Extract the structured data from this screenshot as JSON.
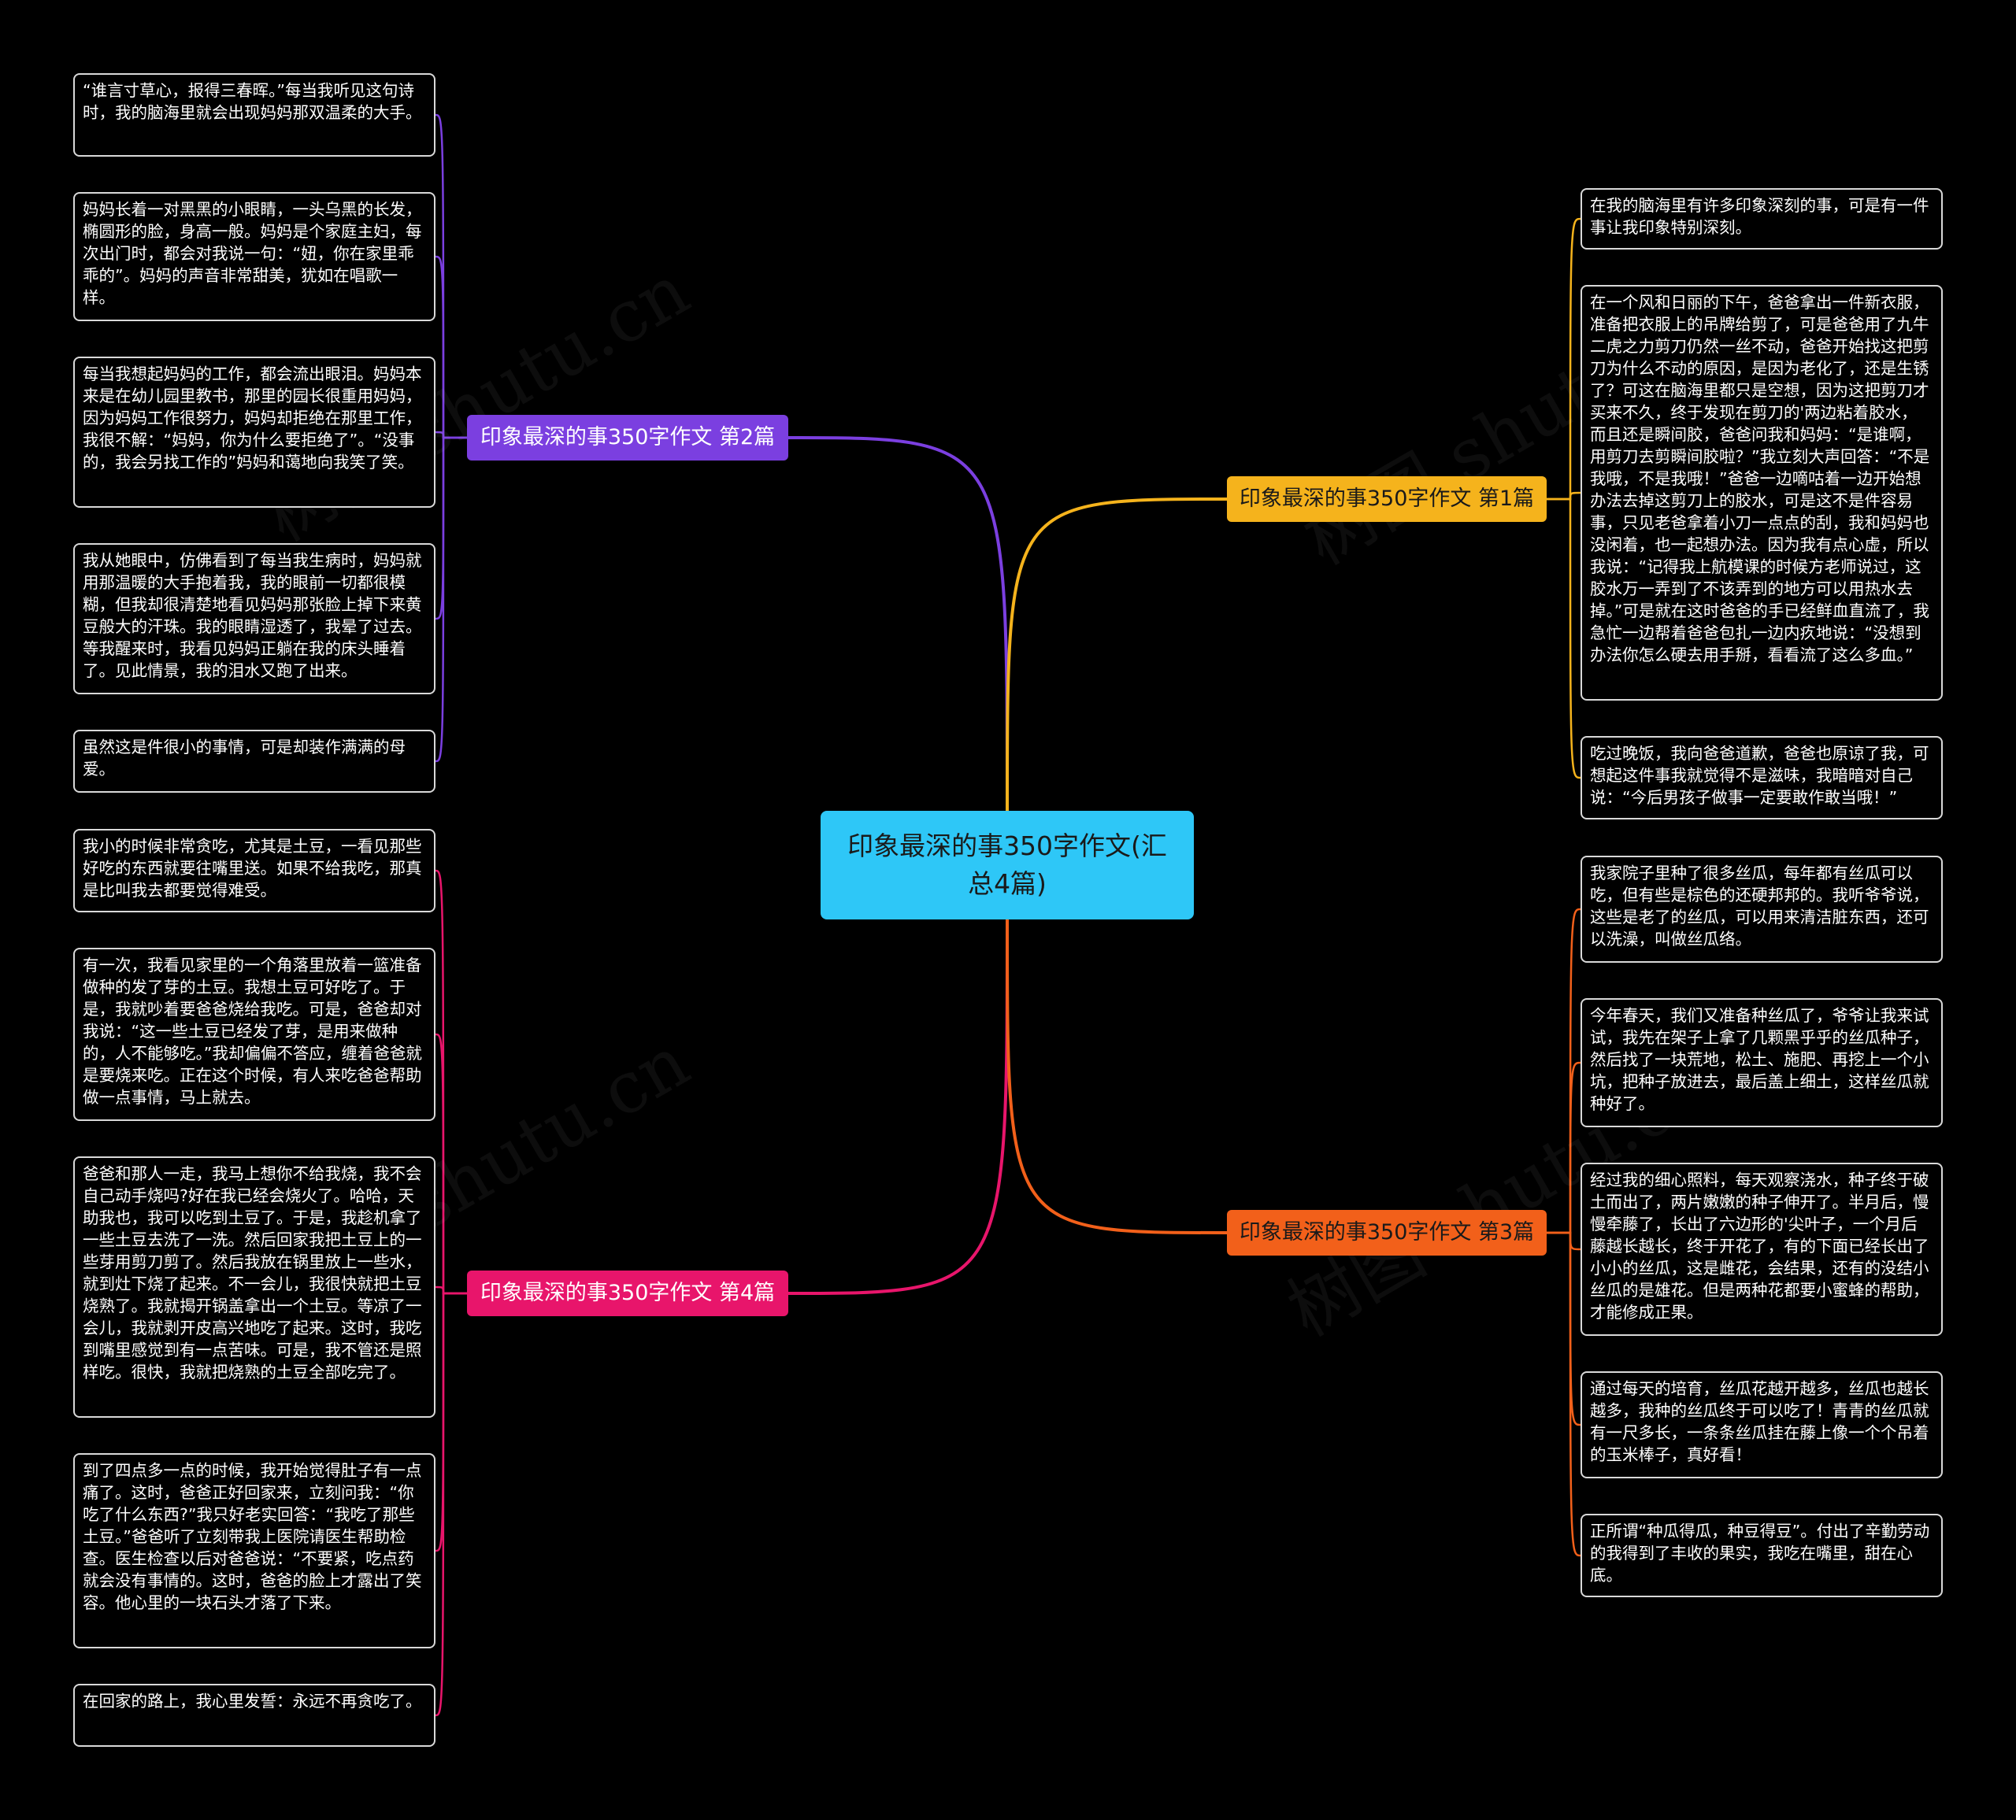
{
  "root": {
    "label": "印象最深的事350字作文(汇总4篇)"
  },
  "branches": [
    {
      "label": "印象最深的事350字作文 第2篇",
      "color": "#7b3fe0",
      "leaves": [
        "“谁言寸草心，报得三春晖。”每当我听见这句诗时，我的脑海里就会出现妈妈那双温柔的大手。",
        "妈妈长着一对黑黑的小眼睛，一头乌黑的长发，椭圆形的脸，身高一般。妈妈是个家庭主妇，每次出门时，都会对我说一句：“妞，你在家里乖乖的”。妈妈的声音非常甜美，犹如在唱歌一样。",
        "每当我想起妈妈的工作，都会流出眼泪。妈妈本来是在幼儿园里教书，那里的园长很重用妈妈，因为妈妈工作很努力，妈妈却拒绝在那里工作，我很不解：“妈妈，你为什么要拒绝了”。“没事的，我会另找工作的”妈妈和蔼地向我笑了笑。",
        "我从她眼中，仿佛看到了每当我生病时，妈妈就用那温暖的大手抱着我，我的眼前一切都很模糊，但我却很清楚地看见妈妈那张脸上掉下来黄豆般大的汗珠。我的眼睛湿透了，我晕了过去。等我醒来时，我看见妈妈正躺在我的床头睡着了。见此情景，我的泪水又跑了出来。",
        "虽然这是件很小的事情，可是却装作满满的母爱。"
      ]
    },
    {
      "label": "印象最深的事350字作文 第4篇",
      "color": "#e8156b",
      "leaves": [
        "我小的时候非常贪吃，尤其是土豆，一看见那些好吃的东西就要往嘴里送。如果不给我吃，那真是比叫我去都要觉得难受。",
        "有一次，我看见家里的一个角落里放着一篮准备做种的发了芽的土豆。我想土豆可好吃了。于是，我就吵着要爸爸烧给我吃。可是，爸爸却对我说：“这一些土豆已经发了芽，是用来做种的，人不能够吃。”我却偏偏不答应，缠着爸爸就是要烧来吃。正在这个时候，有人来吃爸爸帮助做一点事情，马上就去。",
        "爸爸和那人一走，我马上想你不给我烧，我不会自己动手烧吗?好在我已经会烧火了。哈哈，天助我也，我可以吃到土豆了。于是，我趁机拿了一些土豆去洗了一洗。然后回家我把土豆上的一些芽用剪刀剪了。然后我放在锅里放上一些水，就到灶下烧了起来。不一会儿，我很快就把土豆烧熟了。我就揭开锅盖拿出一个土豆。等凉了一会儿，我就剥开皮高兴地吃了起来。这时，我吃到嘴里感觉到有一点苦味。可是，我不管还是照样吃。很快，我就把烧熟的土豆全部吃完了。",
        "到了四点多一点的时候，我开始觉得肚子有一点痛了。这时，爸爸正好回家来，立刻问我：“你吃了什么东西?”我只好老实回答：“我吃了那些土豆。”爸爸听了立刻带我上医院请医生帮助检查。医生检查以后对爸爸说：“不要紧，吃点药就会没有事情的。这时，爸爸的脸上才露出了笑容。他心里的一块石头才落了下来。",
        "在回家的路上，我心里发誓：永远不再贪吃了。"
      ]
    },
    {
      "label": "印象最深的事350字作文 第1篇",
      "color": "#f5b31c",
      "leaves": [
        "在我的脑海里有许多印象深刻的事，可是有一件事让我印象特别深刻。",
        "在一个风和日丽的下午，爸爸拿出一件新衣服，准备把衣服上的吊牌给剪了，可是爸爸用了九牛二虎之力剪刀仍然一丝不动，爸爸开始找这把剪刀为什么不动的原因，是因为老化了，还是生锈了？可这在脑海里都只是空想，因为这把剪刀才买来不久，终于发现在剪刀的'两边粘着胶水，而且还是瞬间胶，爸爸问我和妈妈：“是谁啊，用剪刀去剪瞬间胶啦？”我立刻大声回答：“不是我哦，不是我哦！”爸爸一边嘀咕着一边开始想办法去掉这剪刀上的胶水，可是这不是件容易事，只见老爸拿着小刀一点点的刮，我和妈妈也没闲着，也一起想办法。因为我有点心虚，所以我说：“记得我上航模课的时候方老师说过，这胶水万一弄到了不该弄到的地方可以用热水去掉。”可是就在这时爸爸的手已经鲜血直流了，我急忙一边帮着爸爸包扎一边内疚地说：“没想到办法你怎么硬去用手掰，看看流了这么多血。”",
        "吃过晚饭，我向爸爸道歉，爸爸也原谅了我，可想起这件事我就觉得不是滋味，我暗暗对自己说：“今后男孩子做事一定要敢作敢当哦！”"
      ]
    },
    {
      "label": "印象最深的事350字作文 第3篇",
      "color": "#f2601a",
      "leaves": [
        "我家院子里种了很多丝瓜，每年都有丝瓜可以吃，但有些是棕色的还硬邦邦的。我听爷爷说，这些是老了的丝瓜，可以用来清洁脏东西，还可以洗澡，叫做丝瓜络。",
        "今年春天，我们又准备种丝瓜了，爷爷让我来试试，我先在架子上拿了几颗黑乎乎的丝瓜种子，然后找了一块荒地，松土、施肥、再挖上一个小坑，把种子放进去，最后盖上细土，这样丝瓜就种好了。",
        "经过我的细心照料，每天观察浇水，种子终于破土而出了，两片嫩嫩的种子伸开了。半月后，慢慢牵藤了，长出了六边形的'尖叶子，一个月后藤越长越长，终于开花了，有的下面已经长出了小小的丝瓜，这是雌花，会结果，还有的没结小丝瓜的是雄花。但是两种花都要小蜜蜂的帮助，才能修成正果。",
        "通过每天的培育，丝瓜花越开越多，丝瓜也越长越多，我种的丝瓜终于可以吃了！青青的丝瓜就有一尺多长，一条条丝瓜挂在藤上像一个个吊着的玉米棒子，真好看！",
        "正所谓“种瓜得瓜，种豆得豆”。付出了辛勤劳动的我得到了丰收的果实，我吃在嘴里，甜在心底。"
      ]
    }
  ],
  "watermark": "树图 shutu.cn",
  "colors": {
    "background": "#000000",
    "root": "#2ec7f7",
    "leaf_border": "#d9d9d9"
  }
}
